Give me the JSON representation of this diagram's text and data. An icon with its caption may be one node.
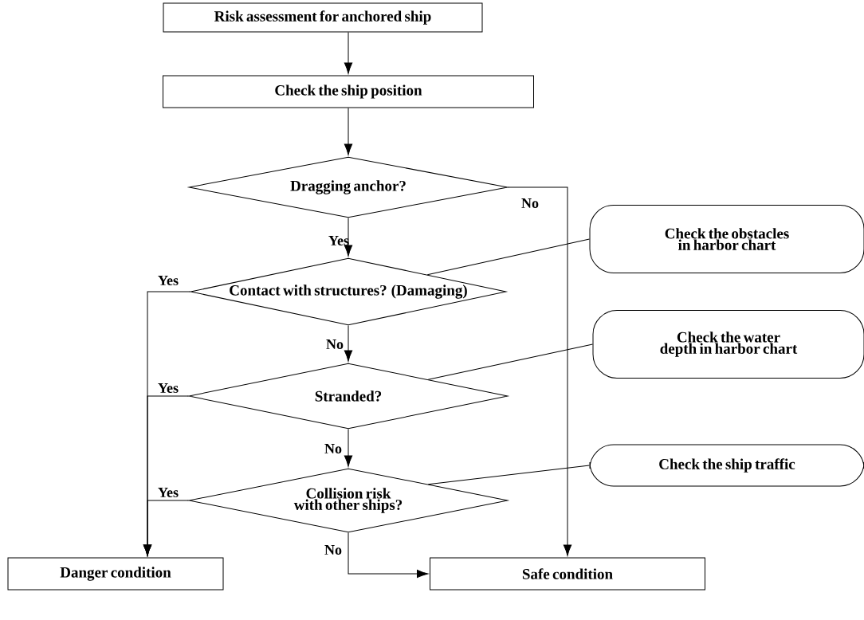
{
  "diagram": {
    "nodes": [
      {
        "text": [
          "Risk assessment for anchored ship"
        ]
      },
      {
        "text": [
          "Check the ship position"
        ]
      },
      {
        "text": [
          "Dragging anchor?"
        ]
      },
      {
        "text": [
          "Contact with structures? (Damaging)"
        ]
      },
      {
        "text": [
          "Stranded?"
        ]
      },
      {
        "text": [
          "Collision risk with other ships?"
        ]
      },
      {
        "text": [
          "Danger condition"
        ]
      },
      {
        "text": [
          "Safe condition"
        ]
      },
      {
        "text": [
          "Check the obstacles in harbor chart"
        ]
      },
      {
        "text": [
          "Check the water depth in harbor chart"
        ]
      },
      {
        "text": [
          "Check the ship traffic"
        ]
      }
    ],
    "edges": [
      {
        "from": 0,
        "to": 1,
        "arrow": "to"
      },
      {
        "from": 1,
        "to": 2,
        "arrow": "to"
      },
      {
        "from": 2,
        "to": 3,
        "arrow": "to",
        "label": "Yes"
      },
      {
        "from": 3,
        "to": 4,
        "arrow": "to",
        "label": "No"
      },
      {
        "from": 4,
        "to": 5,
        "arrow": "to",
        "label": "No"
      },
      {
        "from": 2,
        "to": 7,
        "arrow": "to",
        "label": "No"
      },
      {
        "from": 3,
        "to": 6,
        "arrow": "to",
        "label": "Yes"
      },
      {
        "from": 4,
        "to": 6,
        "arrow": "to",
        "label": "Yes"
      },
      {
        "from": 5,
        "to": 6,
        "arrow": "to",
        "label": "Yes"
      },
      {
        "from": 5,
        "to": 7,
        "arrow": "to",
        "label": "No"
      },
      {
        "from": 8,
        "to": 3,
        "arrow": "none"
      },
      {
        "from": 9,
        "to": 4,
        "arrow": "none"
      },
      {
        "from": 10,
        "to": 5,
        "arrow": "none"
      }
    ]
  }
}
